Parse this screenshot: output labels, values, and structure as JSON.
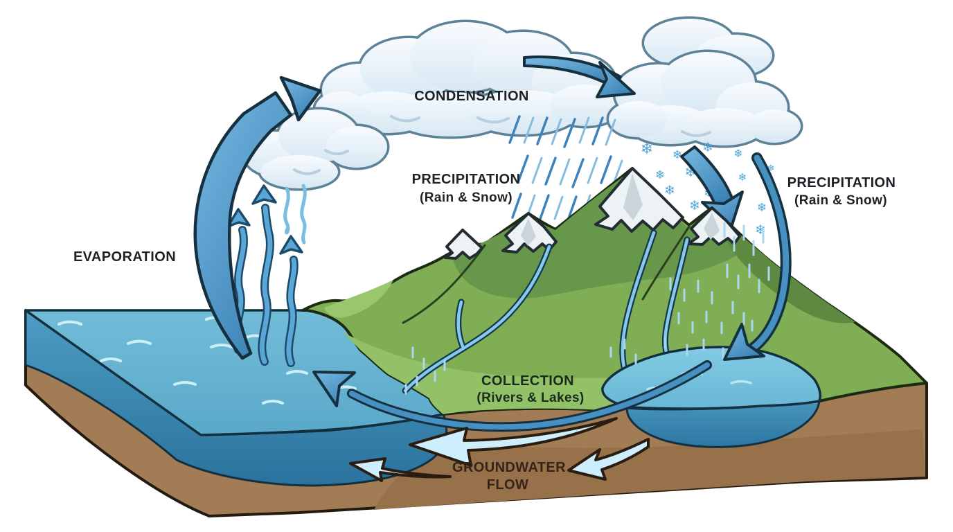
{
  "diagram": {
    "stages": {
      "condensation": {
        "label": "CONDENSATION"
      },
      "precipitation_center": {
        "line1": "PRECIPITATION",
        "line2": "(Rain & Snow)"
      },
      "precipitation_right": {
        "line1": "PRECIPITATION",
        "line2": "(Rain & Snow)"
      },
      "evaporation": {
        "label": "EVAPORATION"
      },
      "collection": {
        "line1": "COLLECTION",
        "line2": "(Rivers & Lakes)"
      },
      "groundwater": {
        "line1": "GROUNDWATER",
        "line2": "FLOW"
      }
    }
  },
  "glyphs": {
    "snowflake": "❄"
  },
  "palette": {
    "arrow_blue": "#4690c2",
    "pale_groundwater_arrow": "#cdeffd",
    "cloud_fill": "#e9f2fa",
    "cloud_outline": "#5d8196",
    "ocean_top": "#68b5d2",
    "ocean_deep": "#2c76a1",
    "land_green": "#7fae55",
    "land_dark_green": "#5d8a40",
    "soil_brown": "#a27c55",
    "snow_white": "#edf2f5",
    "rain_blue": "#3c83bd",
    "snowflake_blue": "#4ea3d6",
    "label_dark": "#1d2126"
  }
}
